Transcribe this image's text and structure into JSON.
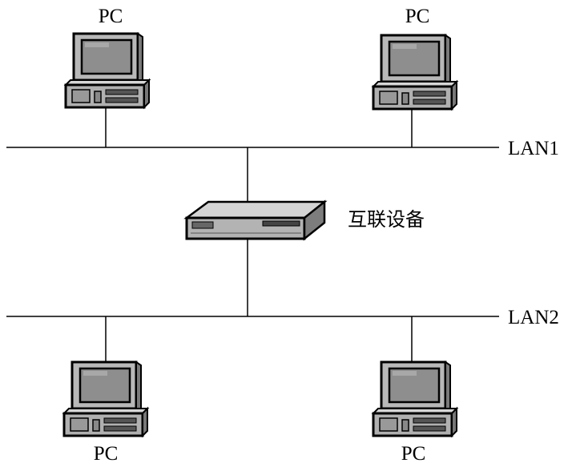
{
  "labels": {
    "pc_top_left": "PC",
    "pc_top_right": "PC",
    "pc_bottom_left": "PC",
    "pc_bottom_right": "PC",
    "lan1": "LAN1",
    "lan2": "LAN2",
    "device": "互联设备"
  },
  "colors": {
    "line": "#000000",
    "body": "#b5b5b5",
    "body_light": "#d9d9d9",
    "body_dark": "#7a7a7a",
    "screen": "#8c8c8c"
  },
  "icons": {
    "pc": "desktop-computer-icon",
    "device": "network-switch-icon"
  }
}
